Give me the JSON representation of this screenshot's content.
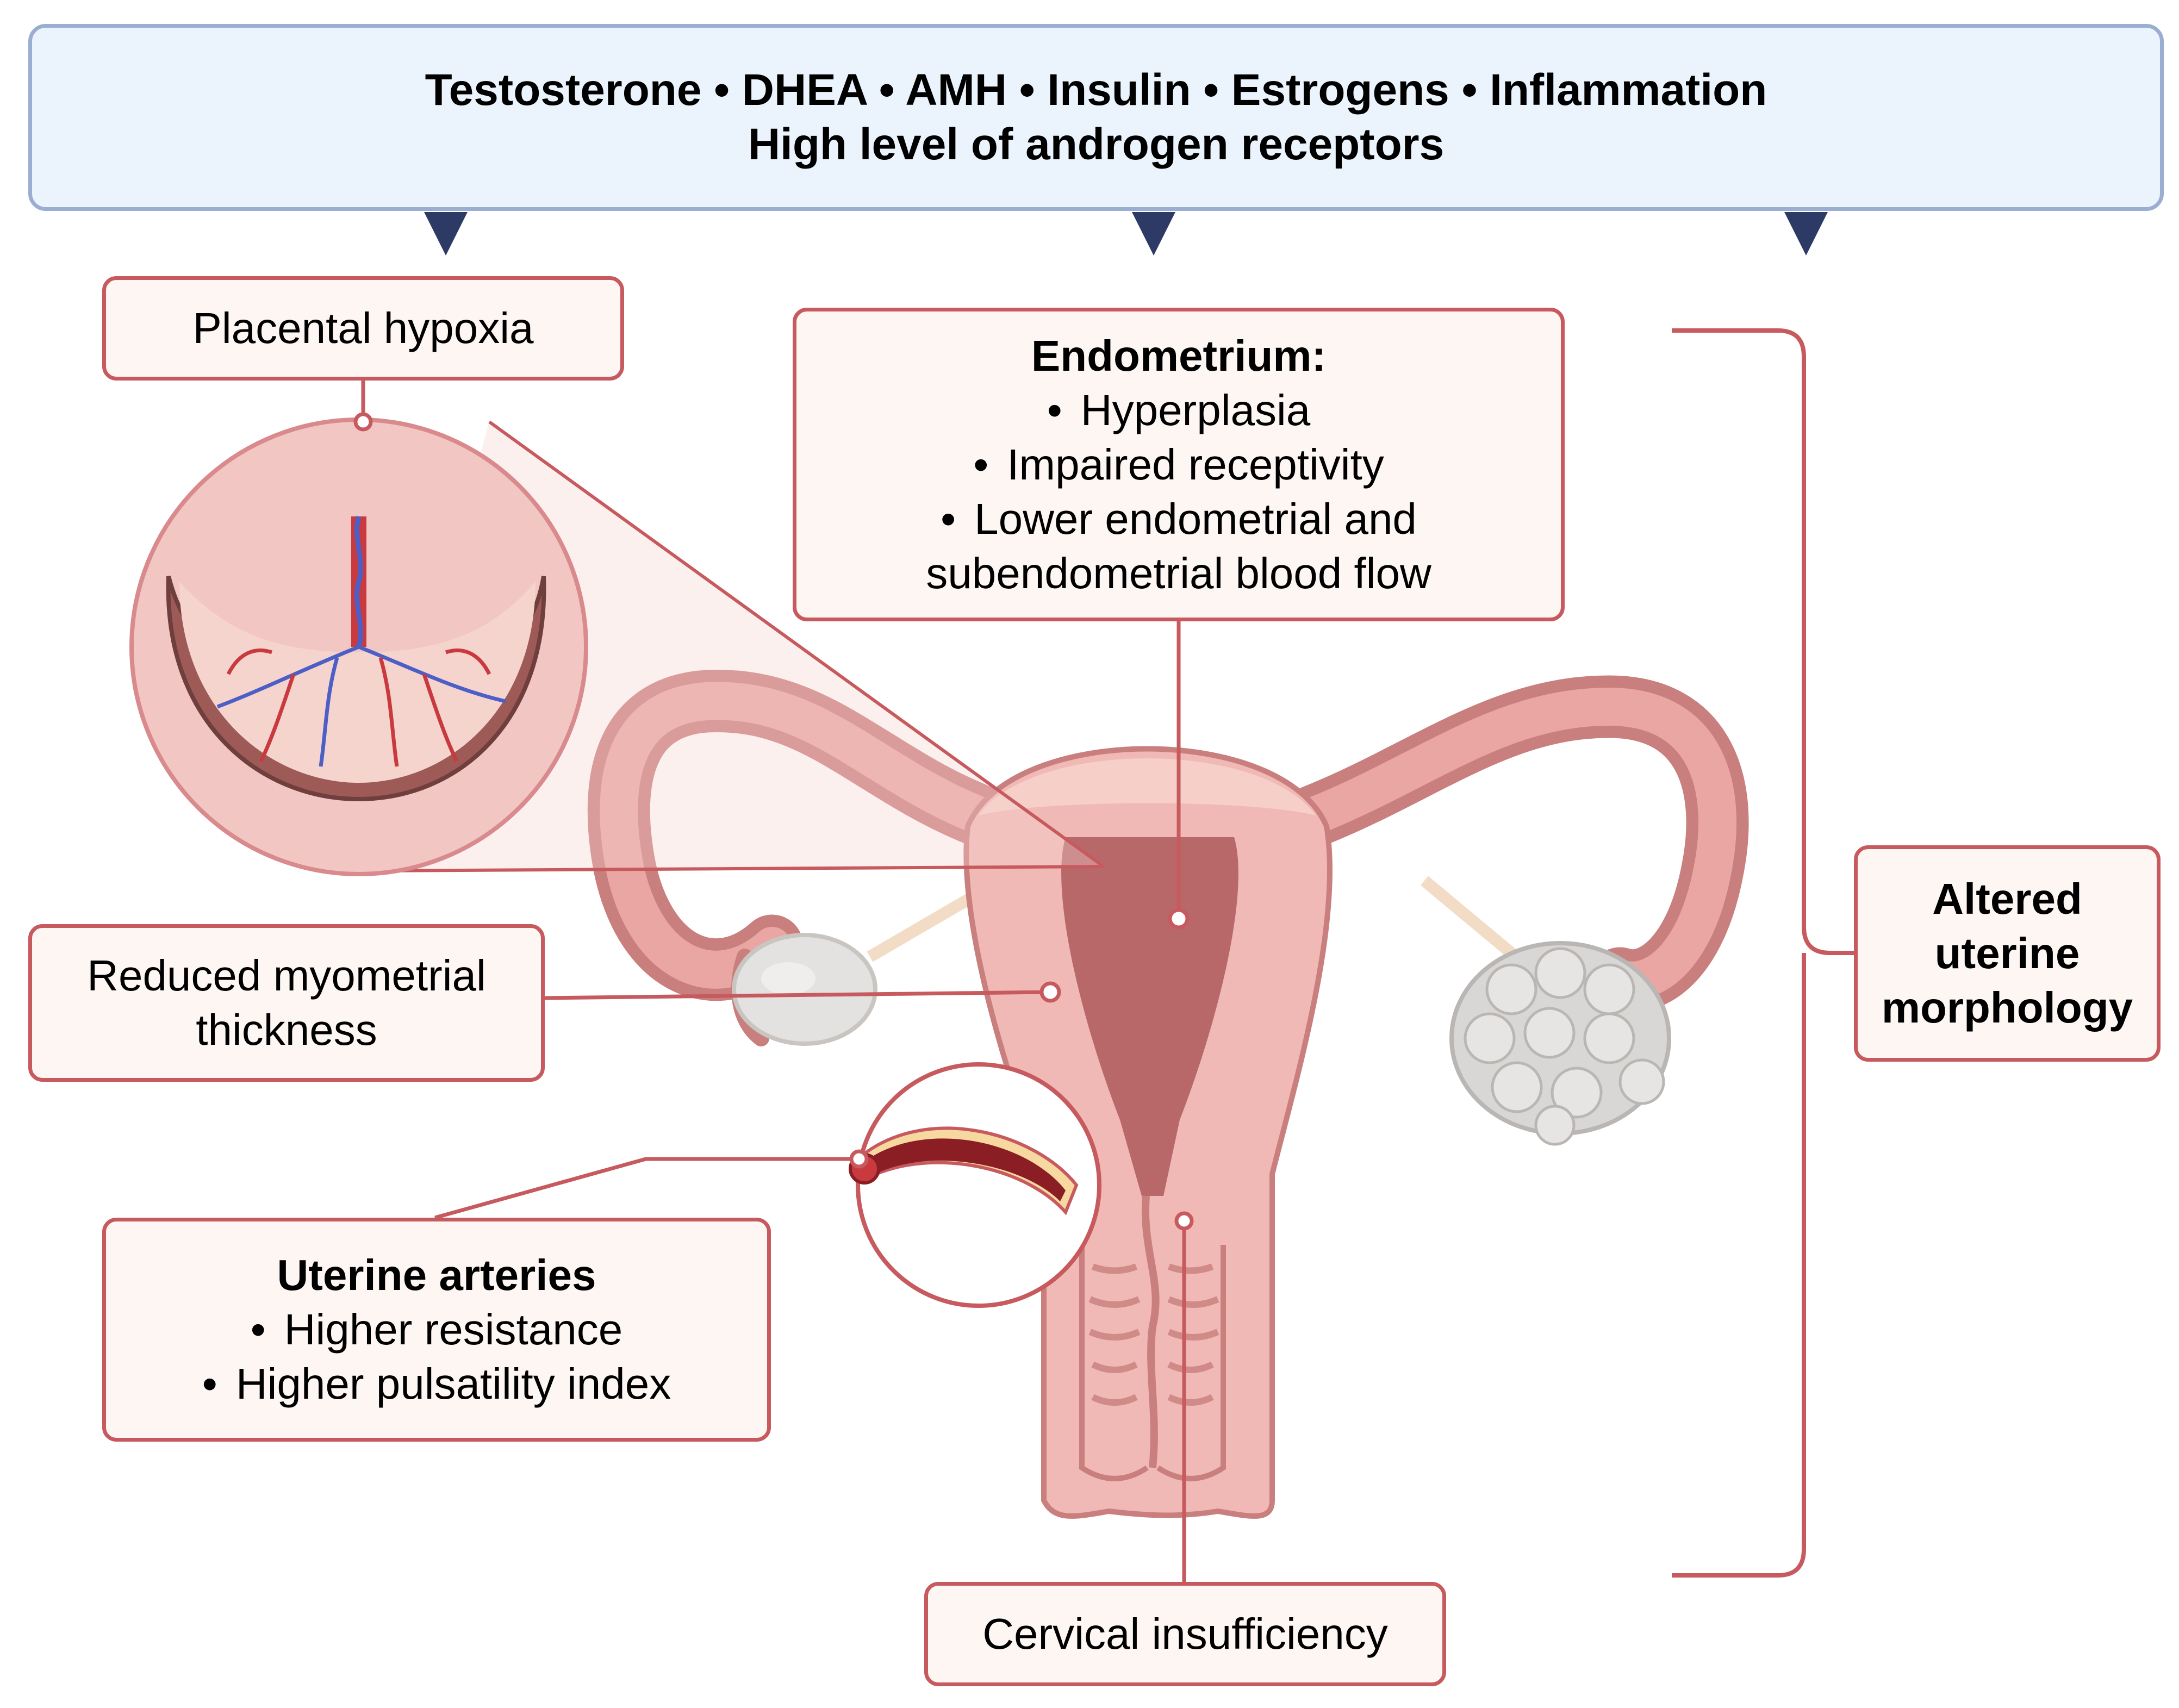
{
  "factors": {
    "line1": "Testosterone • DHEA • AMH • Insulin • Estrogens • Inflammation",
    "line2": "High level of androgen receptors"
  },
  "placental": {
    "label": "Placental hypoxia"
  },
  "endometrium": {
    "title": "Endometrium:",
    "items": [
      "Hyperplasia",
      "Impaired receptivity",
      "Lower endometrial and"
    ],
    "continuation": "subendometrial blood flow"
  },
  "myometrial": {
    "line1": "Reduced myometrial",
    "line2": "thickness"
  },
  "arteries": {
    "title": "Uterine arteries",
    "items": [
      "Higher resistance",
      "Higher pulsatility index"
    ]
  },
  "cervical": {
    "label": "Cervical insufficiency"
  },
  "morphology": {
    "line1": "Altered",
    "line2": "uterine",
    "line3": "morphology"
  },
  "colors": {
    "accent_line": "#c75a5e",
    "box_fill": "#fdf6f3",
    "factors_fill": "#ebf3fc",
    "factors_border": "#9aaed2",
    "arrow": "#2d3a66",
    "uterus": "#f0b9b5",
    "uterus_dark": "#c97f7d",
    "cavity": "#b9686a",
    "ovary": "#d9d9d9"
  }
}
